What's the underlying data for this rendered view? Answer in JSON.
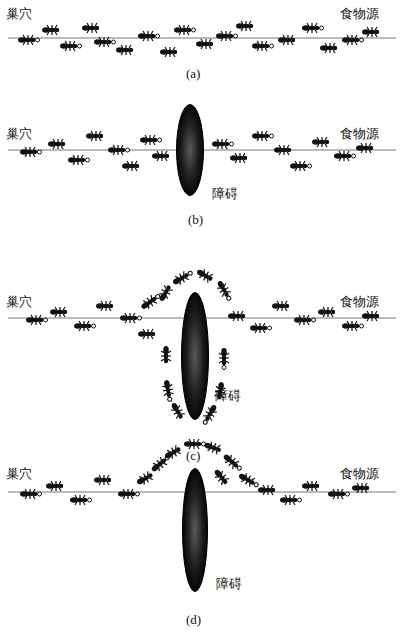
{
  "diagram": {
    "nodes": [
      {
        "text": [
          "障碍"
        ]
      },
      {
        "text": [
          "障碍"
        ]
      },
      {
        "text": [
          "障碍"
        ]
      }
    ],
    "labels": [
      "巢穴",
      "食物源",
      "(a)",
      "巢穴",
      "食物源",
      "(b)",
      "巢穴",
      "食物源",
      "(c)",
      "巢穴",
      "食物源",
      "(d)"
    ]
  }
}
